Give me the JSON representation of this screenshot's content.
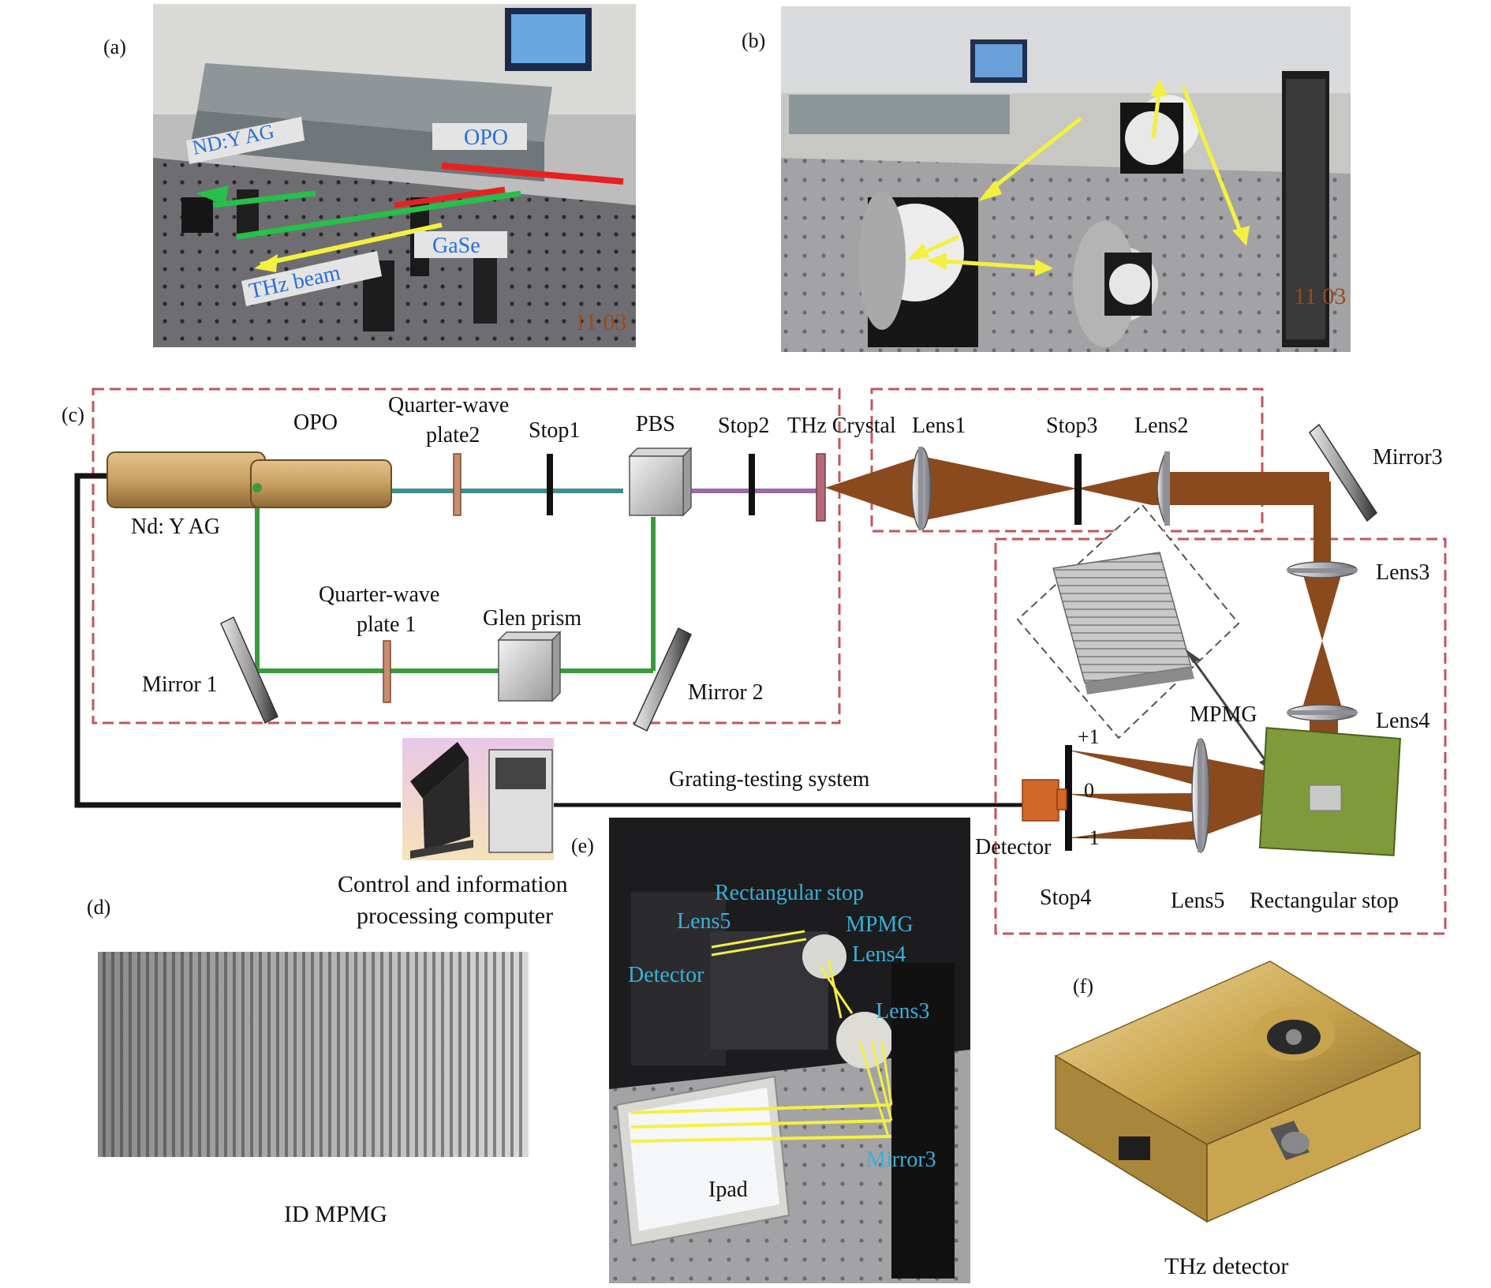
{
  "panels": {
    "a": {
      "letter": "(a)",
      "labels": {
        "ndyag": "ND:Y AG",
        "opo": "OPO",
        "gase": "GaSe",
        "thz_beam": "THz beam",
        "stamp": "11 03"
      }
    },
    "b": {
      "letter": "(b)",
      "stamp": "11 03"
    },
    "c": {
      "letter": "(c)",
      "labels": {
        "opo": "OPO",
        "qwp2_line1": "Quarter-wave",
        "qwp2_line2": "plate2",
        "stop1": "Stop1",
        "pbs": "PBS",
        "stop2": "Stop2",
        "thz_crystal": "THz Crystal",
        "lens1": "Lens1",
        "stop3": "Stop3",
        "lens2": "Lens2",
        "mirror3": "Mirror3",
        "ndyag": "Nd: Y AG",
        "qwp1_line1": "Quarter-wave",
        "qwp1_line2": "plate 1",
        "glen_prism": "Glen prism",
        "mirror1": "Mirror 1",
        "mirror2": "Mirror 2",
        "lens3": "Lens3",
        "lens4": "Lens4",
        "mpmg": "MPMG",
        "order_plus1": "+1",
        "order_zero": "0",
        "order_minus1": "−1",
        "detector": "Detector",
        "stop4": "Stop4",
        "lens5": "Lens5",
        "rect_stop": "Rectangular stop",
        "grating_system": "Grating-testing system",
        "computer_line1": "Control and information",
        "computer_line2": "processing computer"
      }
    },
    "d": {
      "letter": "(d)",
      "caption": "ID MPMG"
    },
    "e": {
      "letter": "(e)",
      "labels": {
        "rect_stop": "Rectangular stop",
        "lens5": "Lens5",
        "mpmg": "MPMG",
        "lens4": "Lens4",
        "detector": "Detector",
        "lens3": "Lens3",
        "mirror3": "Mirror3",
        "ipad": "Ipad"
      }
    },
    "f": {
      "letter": "(f)",
      "caption": "THz detector"
    }
  },
  "colors": {
    "green_beam": "#3b9a3e",
    "teal_beam": "#3f8f8f",
    "purple_beam": "#9a6aa8",
    "thz_brown": "#8a4a1e",
    "yag_gold": "#c9a062",
    "box_dash": "#c0555e",
    "photo_label_blue": "#2a6fd6",
    "photo_label_cyan": "#3ab0d8",
    "stamp": "#a0481a"
  }
}
